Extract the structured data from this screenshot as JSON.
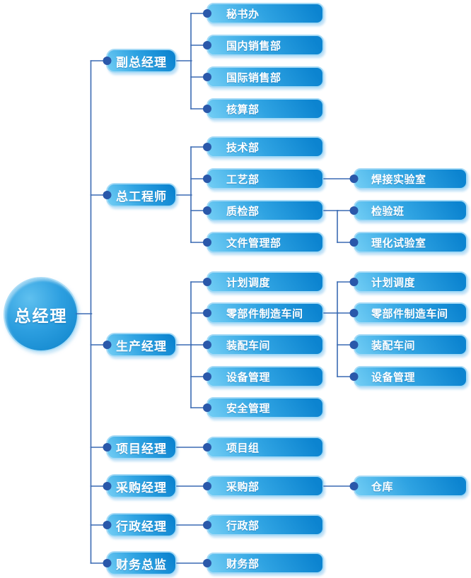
{
  "org": {
    "root": {
      "label": "总经理",
      "name": "general-manager"
    },
    "branches": [
      {
        "label": "副总经理",
        "name": "deputy-general-manager",
        "children": [
          {
            "label": "秘书办",
            "name": "secretary-office"
          },
          {
            "label": "国内销售部",
            "name": "domestic-sales-dept"
          },
          {
            "label": "国际销售部",
            "name": "international-sales-dept"
          },
          {
            "label": "核算部",
            "name": "accounting-dept"
          }
        ]
      },
      {
        "label": "总工程师",
        "name": "chief-engineer",
        "children": [
          {
            "label": "技术部",
            "name": "technology-dept"
          },
          {
            "label": "工艺部",
            "name": "process-dept",
            "children": [
              {
                "label": "焊接实验室",
                "name": "welding-lab"
              }
            ]
          },
          {
            "label": "质检部",
            "name": "quality-inspection-dept",
            "children": [
              {
                "label": "检验班",
                "name": "inspection-team"
              },
              {
                "label": "理化试验室",
                "name": "physical-chemical-lab"
              }
            ]
          },
          {
            "label": "文件管理部",
            "name": "document-management-dept"
          }
        ]
      },
      {
        "label": "生产经理",
        "name": "production-manager",
        "children": [
          {
            "label": "计划调度",
            "name": "plan-dispatch"
          },
          {
            "label": "零部件制造车间",
            "name": "parts-manufacturing-workshop",
            "children": [
              {
                "label": "计划调度",
                "name": "plan-dispatch-sub"
              },
              {
                "label": "零部件制造车间",
                "name": "parts-manufacturing-workshop-sub"
              },
              {
                "label": "装配车间",
                "name": "assembly-workshop-sub"
              },
              {
                "label": "设备管理",
                "name": "equipment-management-sub"
              }
            ]
          },
          {
            "label": "装配车间",
            "name": "assembly-workshop"
          },
          {
            "label": "设备管理",
            "name": "equipment-management"
          },
          {
            "label": "安全管理",
            "name": "safety-management"
          }
        ]
      },
      {
        "label": "项目经理",
        "name": "project-manager",
        "children": [
          {
            "label": "项目组",
            "name": "project-team"
          }
        ]
      },
      {
        "label": "采购经理",
        "name": "purchasing-manager",
        "children": [
          {
            "label": "采购部",
            "name": "purchasing-dept",
            "children": [
              {
                "label": "仓库",
                "name": "warehouse"
              }
            ]
          }
        ]
      },
      {
        "label": "行政经理",
        "name": "administrative-manager",
        "children": [
          {
            "label": "行政部",
            "name": "administration-dept"
          }
        ]
      },
      {
        "label": "财务总监",
        "name": "finance-director",
        "children": [
          {
            "label": "财务部",
            "name": "finance-dept"
          }
        ]
      }
    ]
  },
  "colors": {
    "background": "#ffffff",
    "node_gradient_light": "#73cef5",
    "node_gradient_mid": "#2fa3e2",
    "node_gradient_dark": "#0c84d0",
    "node_rim": "#a5daf6",
    "connector_line": "#3a6ab3",
    "connector_dot": "#2a58aa",
    "text": "#ffffff"
  }
}
